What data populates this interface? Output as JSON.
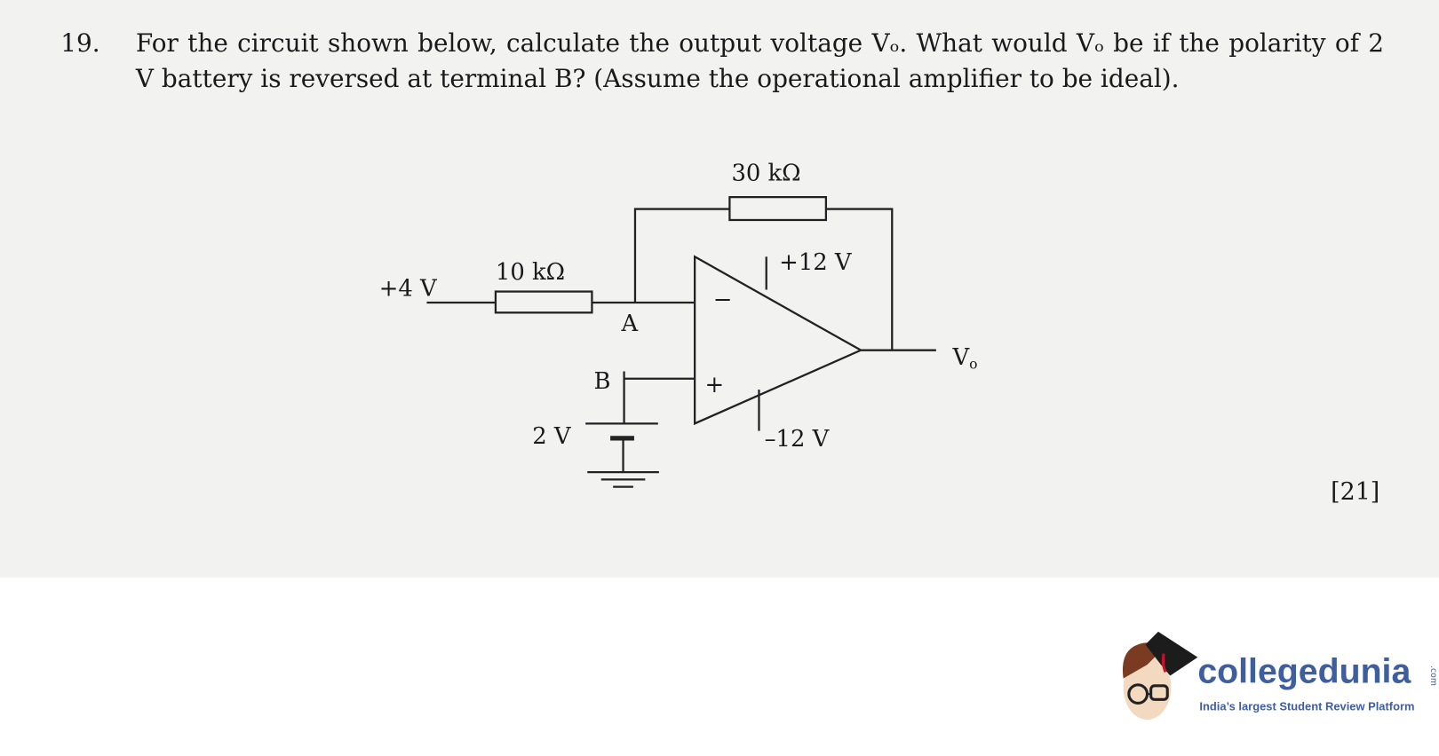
{
  "question": {
    "number": "19.",
    "text": "For the circuit shown below, calculate the output voltage Vₒ. What would Vₒ be if the polarity of 2 V battery is reversed at terminal B? (Assume the operational amplifier to be ideal).",
    "marks": "[21]"
  },
  "circuit": {
    "input_voltage": "+4 V",
    "input_resistor": "10 kΩ",
    "feedback_resistor": "30 kΩ",
    "node_a": "A",
    "node_b": "B",
    "battery": "2 V",
    "positive_supply": "+12 V",
    "negative_supply": "–12 V",
    "inverting_sign": "−",
    "noninverting_sign": "+",
    "output_label": "V",
    "output_subscript": "o"
  },
  "logo": {
    "brand": "collegedunia",
    "suffix": ".com",
    "tagline": "India’s largest Student Review Platform"
  }
}
